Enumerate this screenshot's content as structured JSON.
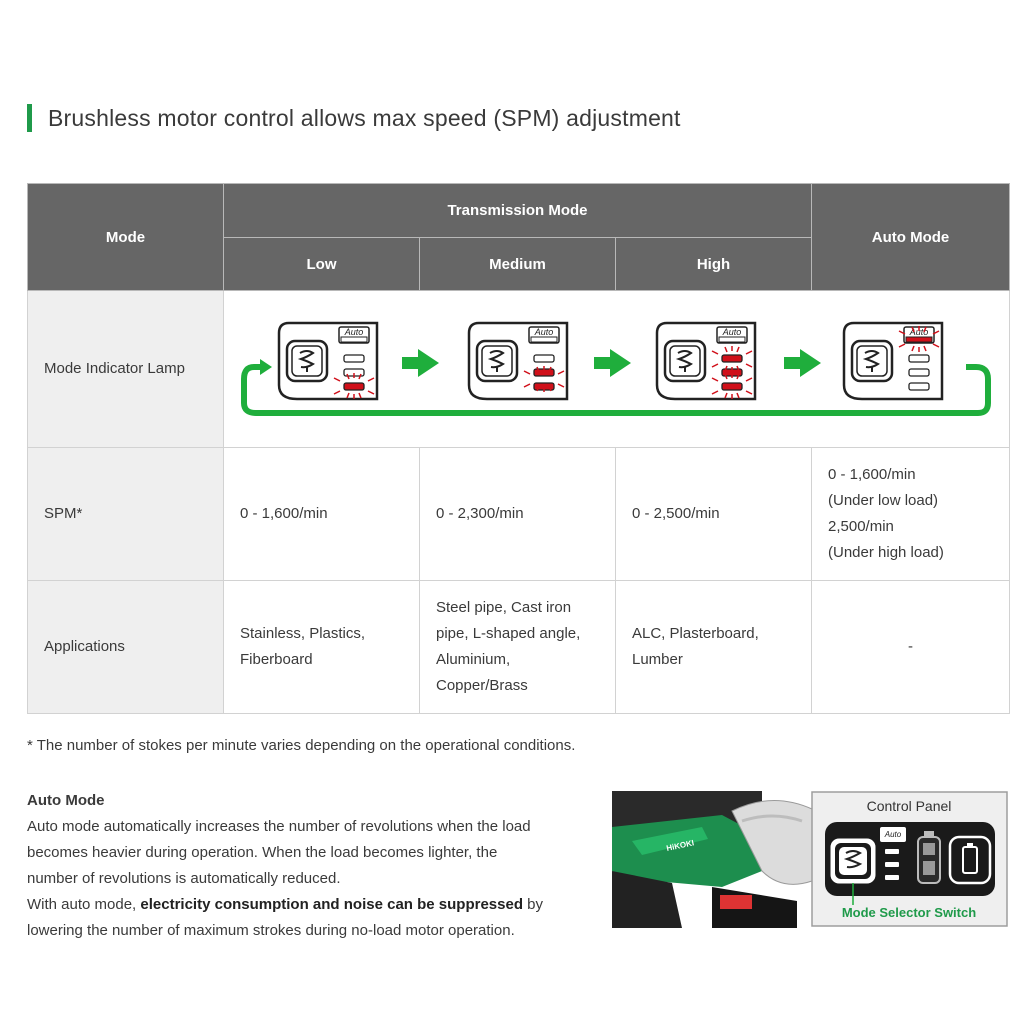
{
  "heading": "Brushless motor control allows max speed (SPM) adjustment",
  "table": {
    "mode_header": "Mode",
    "transmission_header": "Transmission Mode",
    "auto_header": "Auto Mode",
    "columns": [
      "Low",
      "Medium",
      "High"
    ],
    "lamp_row_label": "Mode Indicator Lamp",
    "lamp_auto_label": "Auto",
    "spm_row_label": "SPM*",
    "spm": {
      "low": "0 - 1,600/min",
      "medium": "0 - 2,300/min",
      "high": "0 - 2,500/min",
      "auto_lines": [
        "0 - 1,600/min",
        "(Under low load)",
        "2,500/min",
        "(Under high load)"
      ]
    },
    "applications_row_label": "Applications",
    "applications": {
      "low_lines": [
        "Stainless, Plastics,",
        "Fiberboard"
      ],
      "medium_lines": [
        "Steel pipe, Cast iron",
        "pipe, L-shaped angle,",
        "Aluminium,",
        "Copper/Brass"
      ],
      "high_lines": [
        "ALC, Plasterboard,",
        "Lumber"
      ],
      "auto": "-"
    }
  },
  "footnote": "*  The number of stokes per minute varies depending on the operational conditions.",
  "auto_section": {
    "title": "Auto Mode",
    "lines": [
      "Auto mode automatically increases the number of revolutions when the load",
      "becomes heavier during operation. When the load becomes lighter, the",
      "number of revolutions is automatically reduced."
    ],
    "line4_prefix": "With auto mode, ",
    "line4_bold": "electricity consumption and noise can be suppressed",
    "line4_suffix": " by",
    "line5": "lowering the number of maximum strokes during no-load motor operation."
  },
  "photo": {
    "panel_title": "Control Panel",
    "auto_label": "Auto",
    "switch_caption": "Mode Selector Switch",
    "brand": "HiKOKI"
  },
  "colors": {
    "accent_green": "#1f9a4a",
    "arrow_green": "#1fae3c",
    "lamp_red": "#d0101a",
    "header_gray": "#666666",
    "rowhead_gray": "#efefef"
  }
}
